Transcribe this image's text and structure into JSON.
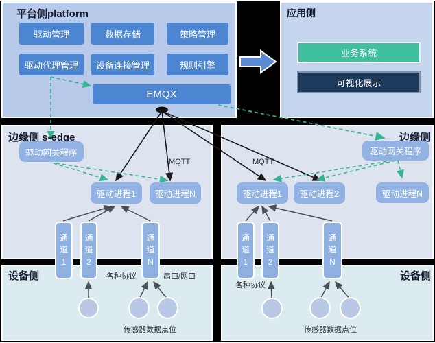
{
  "platform": {
    "title": "平台侧platform",
    "buttons": [
      "驱动管理",
      "数据存储",
      "策略管理",
      "驱动代理管理",
      "设备连接管理",
      "规则引擎"
    ],
    "emqx_label": "EMQX"
  },
  "application": {
    "title": "应用侧",
    "business_label": "业务系统",
    "visual_label": "可视化展示"
  },
  "edge_left": {
    "title": "边缘侧 s-edge",
    "gateway_label": "驱动网关程序",
    "mqtt_label": "MQTT",
    "processes": [
      "驱动进程1",
      "驱动进程N"
    ],
    "channels": [
      "通道1",
      "通道2",
      "通道N"
    ]
  },
  "edge_right": {
    "title": "边缘侧",
    "gateway_label": "驱动网关程序",
    "mqtt_label": "MQTT",
    "processes": [
      "驱动进程1",
      "驱动进程2",
      "驱动进程N"
    ],
    "channels": [
      "通道1",
      "通道2",
      "通道N"
    ]
  },
  "device_left": {
    "title": "设备侧",
    "protocol_label": "各种协议",
    "port_label": "串口/网口",
    "sensor_label": "传感器数据点位"
  },
  "device_right": {
    "title": "设备侧",
    "protocol_label": "各种协议",
    "sensor_label": "传感器数据点位"
  },
  "colors": {
    "platform_panel": "#b7cae9",
    "app_panel": "#c4d5ed",
    "edge_panel": "#dde4ef",
    "device_panel": "#dcebf0",
    "button_blue": "#4c86d2",
    "soft_blue": "#92b2e3",
    "circle_blue": "#b9c8e4",
    "business_teal": "#41c0a0",
    "visual_navy": "#1d3a5c",
    "dashed_teal": "#35b392",
    "solid_line": "#1a1a1a",
    "gray_arrow": "#4a4f55",
    "block_arrow_blue": "#5b8bd0"
  }
}
